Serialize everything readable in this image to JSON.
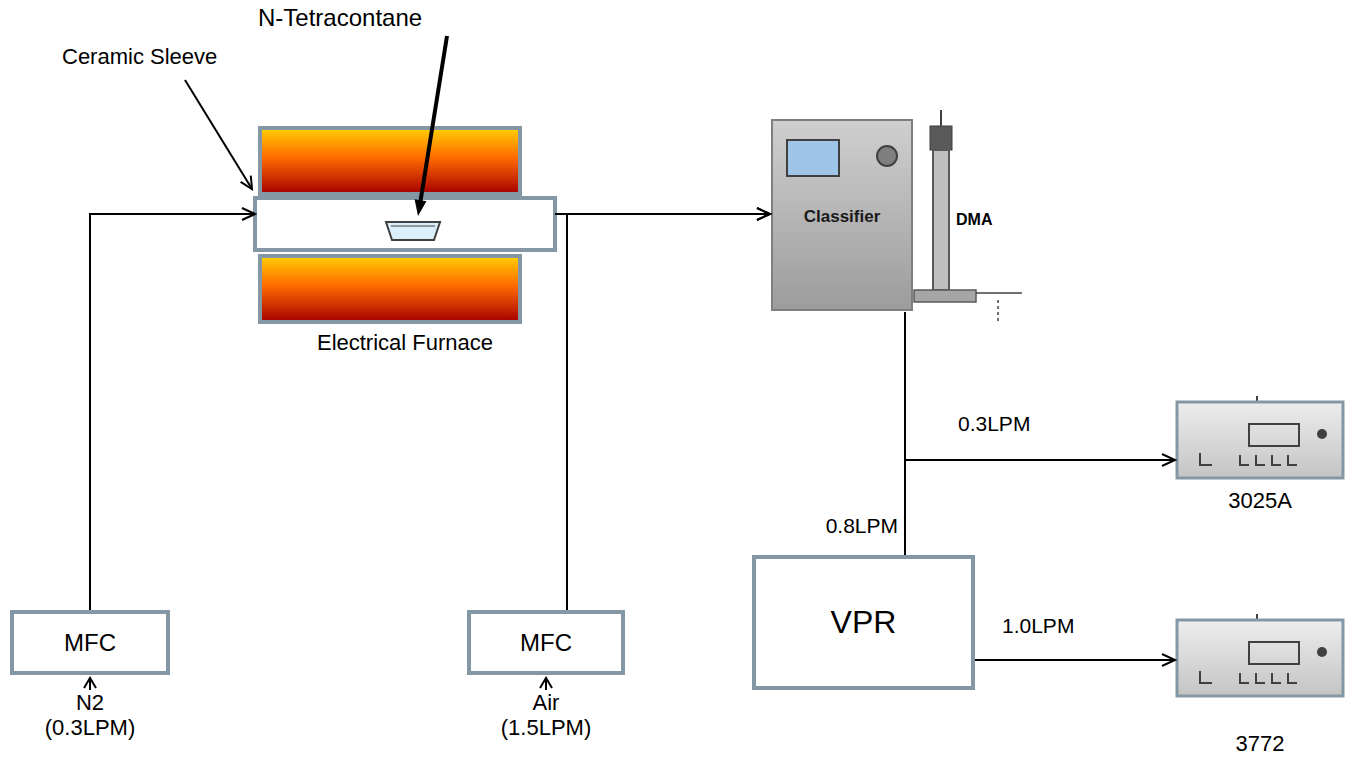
{
  "diagram": {
    "nodes": [
      {
        "text": [
          "Electrical Furnace"
        ]
      },
      {
        "text": [
          "MFC"
        ]
      },
      {
        "text": [
          "MFC"
        ]
      },
      {
        "text": [
          "Classifier",
          "DMA"
        ]
      },
      {
        "text": [
          "VPR"
        ]
      },
      {
        "text": [
          "3025A"
        ]
      },
      {
        "text": [
          "3772"
        ]
      }
    ],
    "edges": [
      {
        "from": 1,
        "to": 0,
        "arrow": "to"
      },
      {
        "from": 0,
        "to": 3,
        "arrow": "to"
      },
      {
        "from": 2,
        "to": 3,
        "arrow": "to"
      },
      {
        "from": 3,
        "to": 5,
        "label": "0.3LPM",
        "arrow": "to"
      },
      {
        "from": 3,
        "to": 4,
        "label": "0.8LPM",
        "arrow": "none"
      },
      {
        "from": 4,
        "to": 6,
        "label": "1.0LPM",
        "arrow": "to"
      }
    ],
    "labels": [
      "N-Tetracontane",
      "Ceramic Sleeve",
      "N2 (0.3LPM)",
      "Air (1.5LPM)"
    ]
  }
}
